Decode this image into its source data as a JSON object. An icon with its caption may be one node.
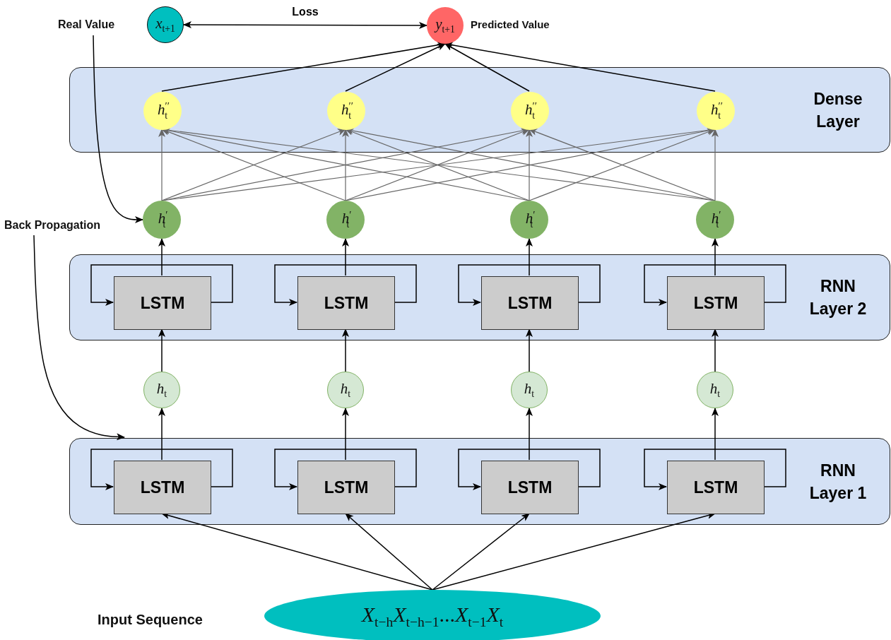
{
  "diagram": {
    "nodes": [
      {
        "text": [
          "*x*$_{t+1}$"
        ]
      },
      {
        "text": [
          "Real Value"
        ]
      },
      {
        "text": [
          "*y*$_{t+1}$"
        ],
        "beside": [
          "Predicted Value"
        ]
      },
      {
        "text": [
          "Dense Layer"
        ]
      },
      {
        "text": [
          "*h*$^{′′}$$_{t}$"
        ],
        "in": 3
      },
      {
        "text": [
          "*h*$^{′′}$$_{t}$"
        ],
        "in": 3
      },
      {
        "text": [
          "*h*$^{′′}$$_{t}$"
        ],
        "in": 3
      },
      {
        "text": [
          "*h*$^{′′}$$_{t}$"
        ],
        "in": 3
      },
      {
        "text": [
          "*h*$^{′}$$_{t}$"
        ]
      },
      {
        "text": [
          "*h*$^{′}$$_{t}$"
        ]
      },
      {
        "text": [
          "*h*$^{′}$$_{t}$"
        ]
      },
      {
        "text": [
          "*h*$^{′}$$_{t}$"
        ]
      },
      {
        "text": [
          "Back Propagation"
        ]
      },
      {
        "text": [
          "RNN Layer 2"
        ]
      },
      {
        "text": [
          "LSTM"
        ],
        "in": 13
      },
      {
        "text": [
          "LSTM"
        ],
        "in": 13
      },
      {
        "text": [
          "LSTM"
        ],
        "in": 13
      },
      {
        "text": [
          "LSTM"
        ],
        "in": 13
      },
      {
        "text": [
          "*h*$_{t}$"
        ]
      },
      {
        "text": [
          "*h*$_{t}$"
        ]
      },
      {
        "text": [
          "*h*$_{t}$"
        ]
      },
      {
        "text": [
          "*h*$_{t}$"
        ]
      },
      {
        "text": [
          "RNN Layer 1"
        ]
      },
      {
        "text": [
          "LSTM"
        ],
        "in": 22
      },
      {
        "text": [
          "LSTM"
        ],
        "in": 22
      },
      {
        "text": [
          "LSTM"
        ],
        "in": 22
      },
      {
        "text": [
          "LSTM"
        ],
        "in": 22
      },
      {
        "text": [
          "*X*$_{t−h}$*X*$_{t−h−1}$...*X*$_{t−1}$*X*$_{t}$"
        ]
      }
    ],
    "labels": [
      "Input Sequence"
    ],
    "edges": [
      {
        "from": 0,
        "to": 2,
        "arrow": "both",
        "label": "Loss"
      },
      {
        "from": 1,
        "to": 8,
        "arrow": "to"
      },
      {
        "from": 12,
        "to": 22,
        "arrow": "to"
      },
      {
        "from": 4,
        "to": 2,
        "arrow": "to"
      },
      {
        "from": 5,
        "to": 2,
        "arrow": "to"
      },
      {
        "from": 6,
        "to": 2,
        "arrow": "to"
      },
      {
        "from": 7,
        "to": 2,
        "arrow": "to"
      },
      {
        "from": 8,
        "to": 4,
        "arrow": "to",
        "color": "#666666"
      },
      {
        "from": 8,
        "to": 5,
        "arrow": "to",
        "color": "#666666"
      },
      {
        "from": 8,
        "to": 6,
        "arrow": "to",
        "color": "#666666"
      },
      {
        "from": 8,
        "to": 7,
        "arrow": "to",
        "color": "#666666"
      },
      {
        "from": 9,
        "to": 4,
        "arrow": "to",
        "color": "#666666"
      },
      {
        "from": 9,
        "to": 5,
        "arrow": "to",
        "color": "#666666"
      },
      {
        "from": 9,
        "to": 6,
        "arrow": "to",
        "color": "#666666"
      },
      {
        "from": 9,
        "to": 7,
        "arrow": "to",
        "color": "#666666"
      },
      {
        "from": 10,
        "to": 4,
        "arrow": "to",
        "color": "#666666"
      },
      {
        "from": 10,
        "to": 5,
        "arrow": "to",
        "color": "#666666"
      },
      {
        "from": 10,
        "to": 6,
        "arrow": "to",
        "color": "#666666"
      },
      {
        "from": 10,
        "to": 7,
        "arrow": "to",
        "color": "#666666"
      },
      {
        "from": 11,
        "to": 4,
        "arrow": "to",
        "color": "#666666"
      },
      {
        "from": 11,
        "to": 5,
        "arrow": "to",
        "color": "#666666"
      },
      {
        "from": 11,
        "to": 6,
        "arrow": "to",
        "color": "#666666"
      },
      {
        "from": 11,
        "to": 7,
        "arrow": "to",
        "color": "#666666"
      },
      {
        "from": 14,
        "to": 8,
        "arrow": "to"
      },
      {
        "from": 15,
        "to": 9,
        "arrow": "to"
      },
      {
        "from": 16,
        "to": 10,
        "arrow": "to"
      },
      {
        "from": 17,
        "to": 11,
        "arrow": "to"
      },
      {
        "from": 14,
        "to": 14,
        "arrow": "to"
      },
      {
        "from": 15,
        "to": 15,
        "arrow": "to"
      },
      {
        "from": 16,
        "to": 16,
        "arrow": "to"
      },
      {
        "from": 17,
        "to": 17,
        "arrow": "to"
      },
      {
        "from": 18,
        "to": 14,
        "arrow": "to"
      },
      {
        "from": 19,
        "to": 15,
        "arrow": "to"
      },
      {
        "from": 20,
        "to": 16,
        "arrow": "to"
      },
      {
        "from": 21,
        "to": 17,
        "arrow": "to"
      },
      {
        "from": 23,
        "to": 18,
        "arrow": "to"
      },
      {
        "from": 24,
        "to": 19,
        "arrow": "to"
      },
      {
        "from": 25,
        "to": 20,
        "arrow": "to"
      },
      {
        "from": 26,
        "to": 21,
        "arrow": "to"
      },
      {
        "from": 23,
        "to": 23,
        "arrow": "to"
      },
      {
        "from": 24,
        "to": 24,
        "arrow": "to"
      },
      {
        "from": 25,
        "to": 25,
        "arrow": "to"
      },
      {
        "from": 26,
        "to": 26,
        "arrow": "to"
      },
      {
        "from": 27,
        "to": 23,
        "arrow": "to"
      },
      {
        "from": 27,
        "to": 24,
        "arrow": "to"
      },
      {
        "from": 27,
        "to": 25,
        "arrow": "to"
      },
      {
        "from": 27,
        "to": 26,
        "arrow": "to"
      }
    ]
  }
}
